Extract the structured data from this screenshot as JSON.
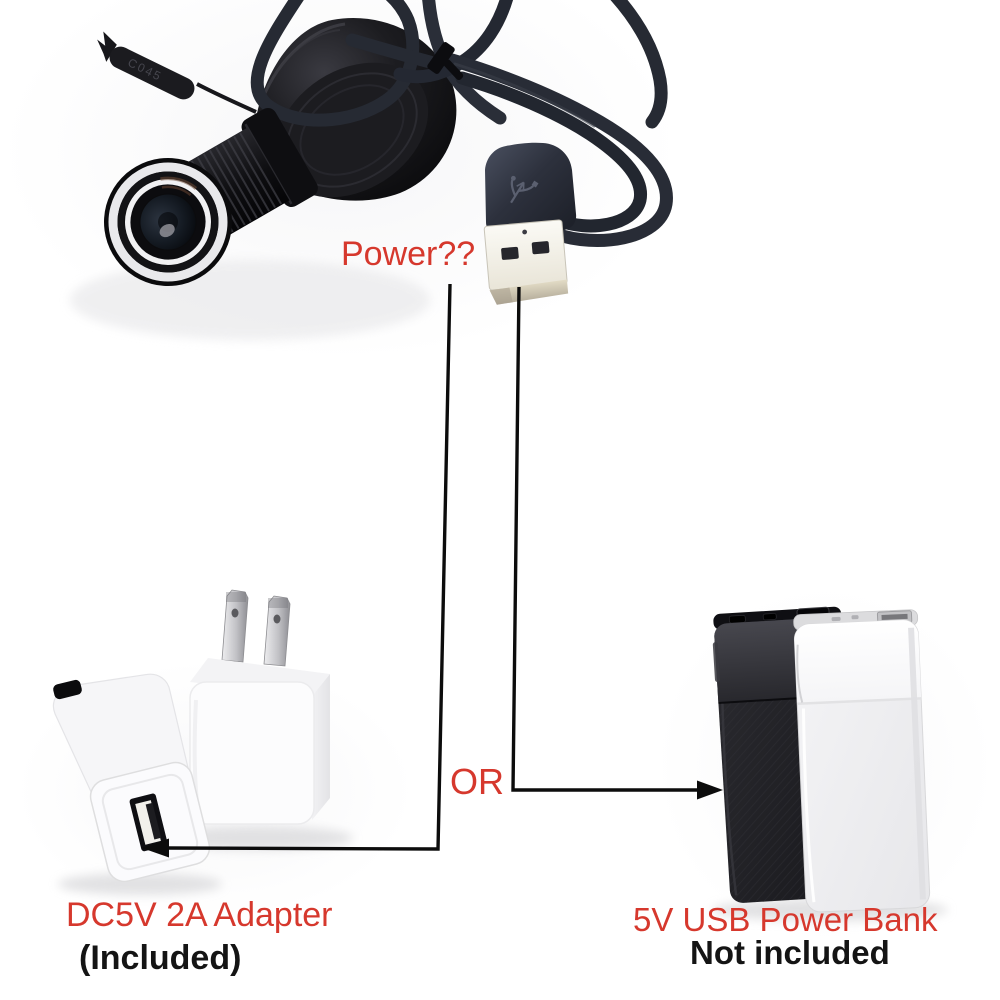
{
  "labels": {
    "power_question": "Power??",
    "or_connector": "OR",
    "adapter": {
      "title": "DC5V 2A Adapter",
      "subtitle": "(Included)"
    },
    "power_bank": {
      "title": "5V USB Power Bank",
      "subtitle": "Not included"
    }
  },
  "camera": {
    "tag_marking": "C045"
  },
  "icons": {
    "usb_logo": "usb-trident-icon"
  },
  "colors": {
    "label_red": "#d6382d",
    "label_black": "#141414",
    "connector_line": "#0c0c0c",
    "cable": "#262a33",
    "camera_body": "#141417",
    "usb_shell": "#f5f1e6",
    "adapter_white": "#fbfbfc",
    "power_bank_black": "#232327",
    "power_bank_white": "#f5f5f7",
    "background": "#ffffff"
  }
}
